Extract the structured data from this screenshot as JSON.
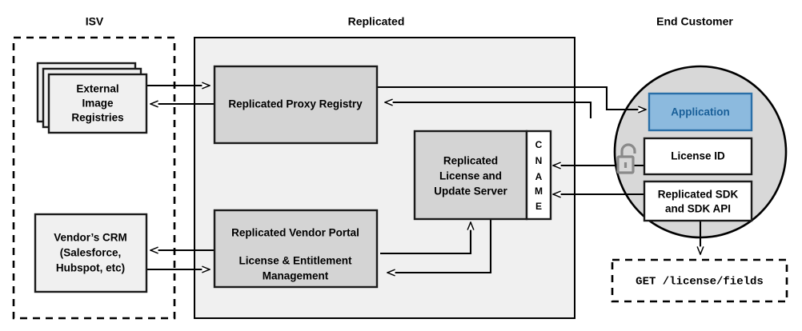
{
  "zones": {
    "isv": {
      "title": "ISV"
    },
    "replicated": {
      "title": "Replicated"
    },
    "end_customer": {
      "title": "End Customer"
    }
  },
  "nodes": {
    "external_registries": {
      "line1": "External",
      "line2": "Image",
      "line3": "Registries"
    },
    "vendor_crm": {
      "line1": "Vendor’s CRM",
      "line2": "(Salesforce,",
      "line3": "Hubspot, etc)"
    },
    "proxy_registry": {
      "label": "Replicated Proxy Registry"
    },
    "license_server": {
      "line1": "Replicated",
      "line2": "License and",
      "line3": "Update Server"
    },
    "cname": {
      "letters": [
        "C",
        "N",
        "A",
        "M",
        "E"
      ]
    },
    "vendor_portal": {
      "line1": "Replicated Vendor Portal",
      "line2": "License & Entitlement",
      "line3": "Management"
    },
    "application": {
      "label": "Application"
    },
    "license_id": {
      "label": "License ID"
    },
    "sdk": {
      "line1": "Replicated SDK",
      "line2": "and SDK API"
    },
    "api_call": {
      "label": "GET /license/fields"
    }
  },
  "icons": {
    "unlocked_padlock": "unlock-icon"
  },
  "colors": {
    "zone_fill": "#f0f0f0",
    "node_gray": "#d4d4d4",
    "node_light": "#f0f0f0",
    "application_fill": "#8cbade",
    "application_stroke": "#2a6fa8",
    "application_text": "#1a6099",
    "circle_fill": "#d8d8d8",
    "stroke": "#000000",
    "lock_gray": "#8a8a8a"
  }
}
